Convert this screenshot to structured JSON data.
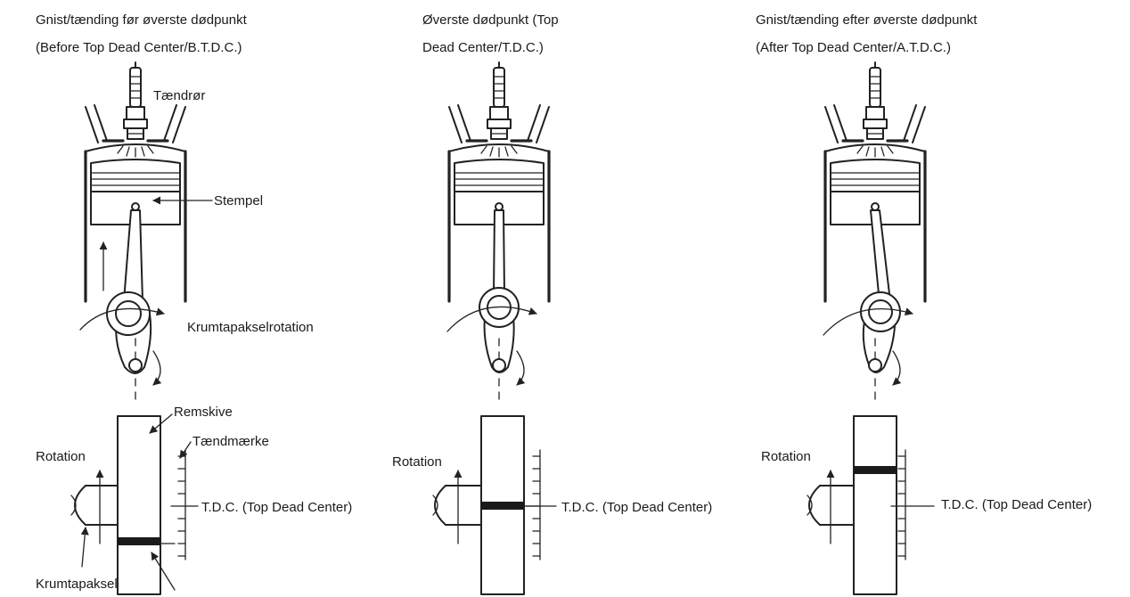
{
  "panels": [
    {
      "title_line1": "Gnist/tænding før øverste dødpunkt",
      "title_line2": "(Before Top Dead Center/B.T.D.C.)",
      "spark_plug": "Tændrør",
      "piston": "Stempel",
      "crank_rotation": "Krumtapakselrotation",
      "pulley": "Remskive",
      "timing_mark": "Tændmærke",
      "rotation": "Rotation",
      "tdc": "T.D.C. (Top Dead Center)",
      "crankshaft": "Krumtapaksel"
    },
    {
      "title_line1": "Øverste dødpunkt (Top",
      "title_line2": "Dead Center/T.D.C.)",
      "rotation": "Rotation",
      "tdc": "T.D.C. (Top Dead Center)"
    },
    {
      "title_line1": "Gnist/tænding efter øverste dødpunkt",
      "title_line2": "(After Top Dead Center/A.T.D.C.)",
      "rotation": "Rotation",
      "tdc": "T.D.C. (Top Dead Center)"
    }
  ]
}
